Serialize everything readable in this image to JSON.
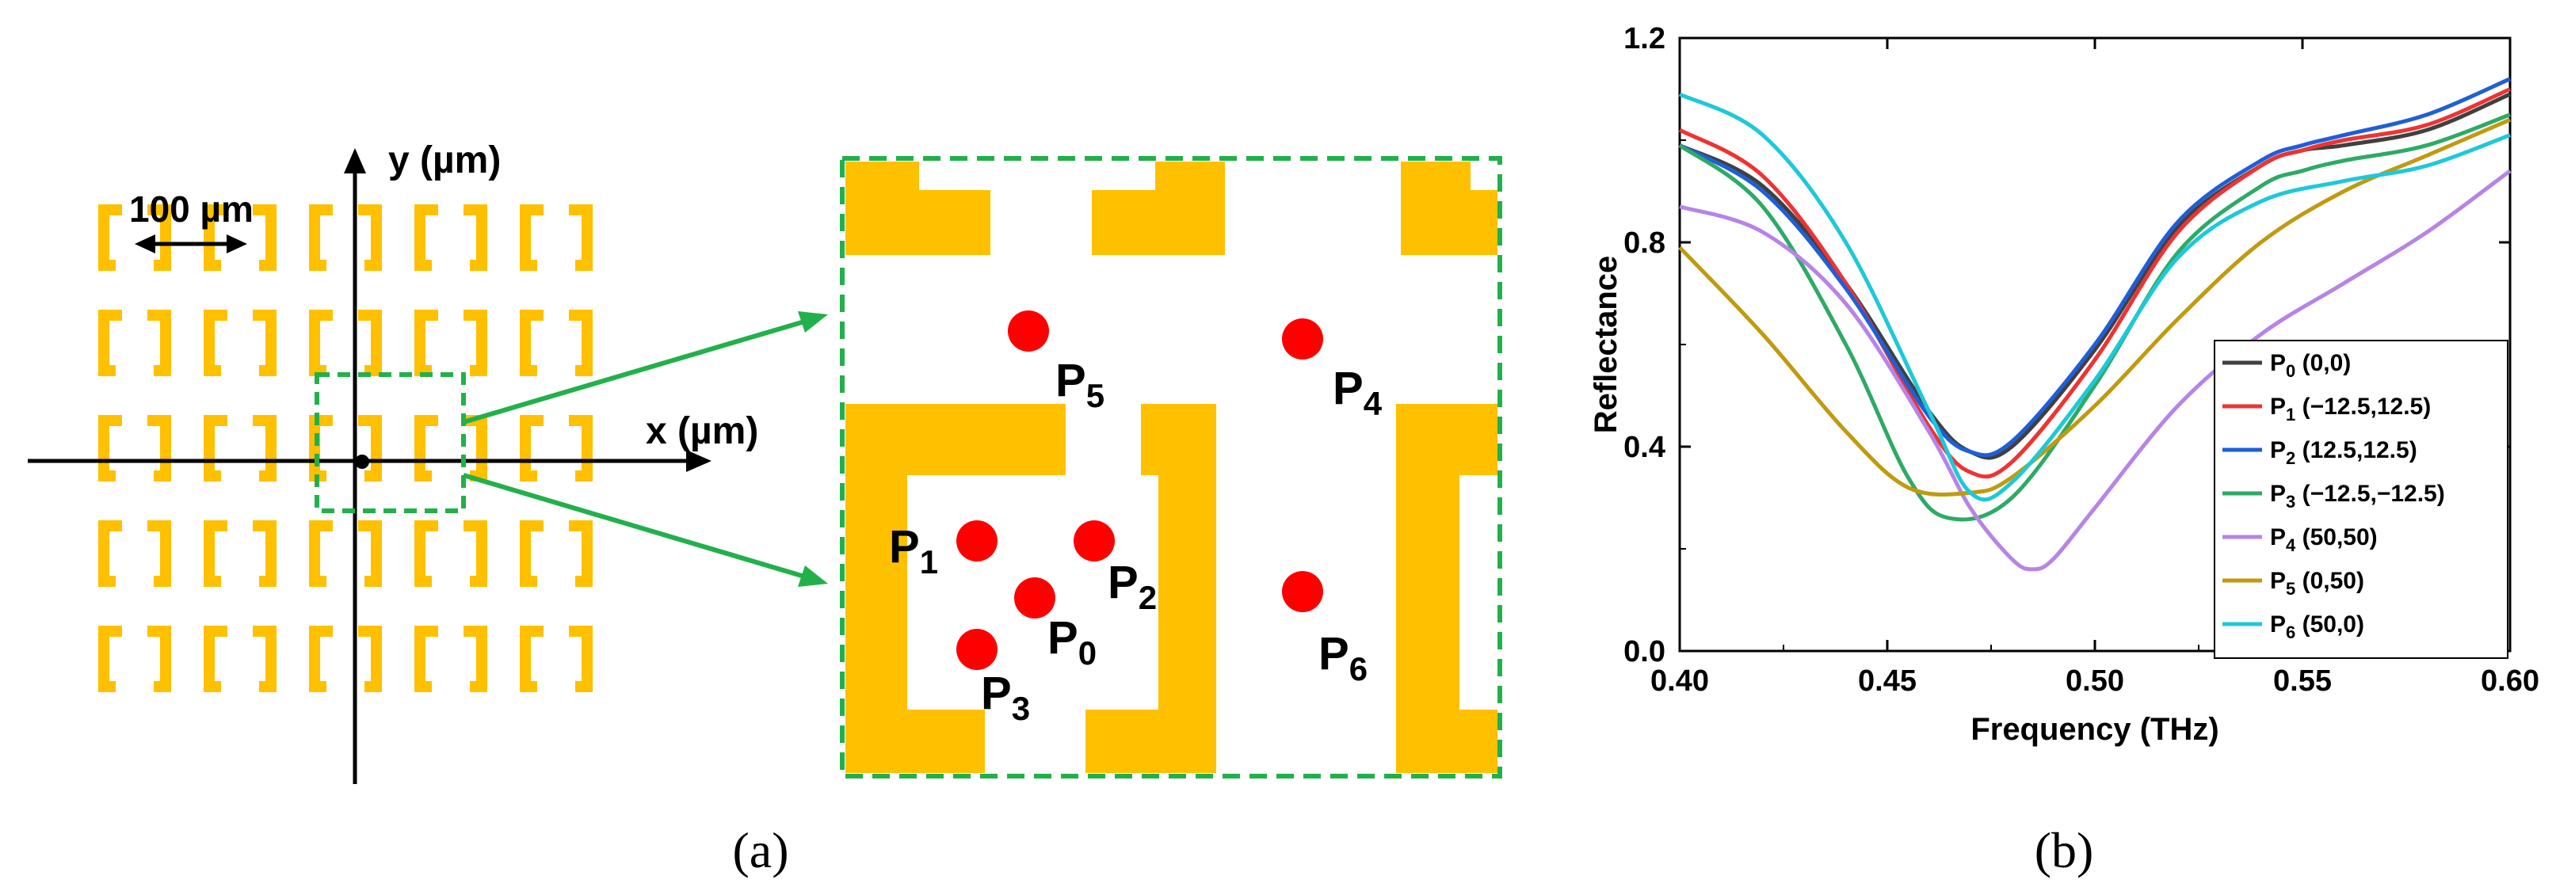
{
  "panel_a": {
    "label": "(a)",
    "scale_bar": "100 µm",
    "x_axis_label": "x (µm)",
    "y_axis_label": "y (µm)",
    "points": [
      {
        "id": "P0",
        "base": "P",
        "sub": "0"
      },
      {
        "id": "P1",
        "base": "P",
        "sub": "1"
      },
      {
        "id": "P2",
        "base": "P",
        "sub": "2"
      },
      {
        "id": "P3",
        "base": "P",
        "sub": "3"
      },
      {
        "id": "P4",
        "base": "P",
        "sub": "4"
      },
      {
        "id": "P5",
        "base": "P",
        "sub": "5"
      },
      {
        "id": "P6",
        "base": "P",
        "sub": "6"
      }
    ],
    "colors": {
      "resonator": "#FFC000",
      "point": "#FF0000",
      "highlight": "#22B04A",
      "axis": "#000000"
    }
  },
  "panel_b": {
    "label": "(b)",
    "chart_data": {
      "type": "line",
      "title": "",
      "xlabel": "Frequency (THz)",
      "ylabel": "Reflectance",
      "xlim": [
        0.4,
        0.6
      ],
      "ylim": [
        0.0,
        1.2
      ],
      "xticks": [
        "0.40",
        "0.45",
        "0.50",
        "0.55",
        "0.60"
      ],
      "yticks": [
        "0.0",
        "0.4",
        "0.8",
        "1.2"
      ],
      "grid": false,
      "legend_position": "lower-right",
      "series": [
        {
          "name_base": "P",
          "name_sub": "0",
          "name_rest": " (0,0)",
          "color": "#404040",
          "x": [
            0.4,
            0.42,
            0.44,
            0.46,
            0.47,
            0.48,
            0.5,
            0.52,
            0.54,
            0.55,
            0.56,
            0.58,
            0.6
          ],
          "y": [
            0.99,
            0.91,
            0.72,
            0.47,
            0.39,
            0.4,
            0.59,
            0.83,
            0.95,
            0.98,
            0.99,
            1.02,
            1.09
          ]
        },
        {
          "name_base": "P",
          "name_sub": "1",
          "name_rest": " (−12.5,12.5)",
          "color": "#EE3333",
          "x": [
            0.4,
            0.42,
            0.44,
            0.46,
            0.47,
            0.48,
            0.5,
            0.52,
            0.54,
            0.55,
            0.56,
            0.58,
            0.6
          ],
          "y": [
            1.02,
            0.93,
            0.72,
            0.44,
            0.35,
            0.37,
            0.57,
            0.82,
            0.95,
            0.98,
            1.0,
            1.03,
            1.1
          ]
        },
        {
          "name_base": "P",
          "name_sub": "2",
          "name_rest": " (12.5,12.5)",
          "color": "#1F5FD6",
          "x": [
            0.4,
            0.42,
            0.44,
            0.46,
            0.47,
            0.48,
            0.5,
            0.52,
            0.54,
            0.55,
            0.56,
            0.58,
            0.6
          ],
          "y": [
            0.99,
            0.9,
            0.71,
            0.46,
            0.39,
            0.41,
            0.6,
            0.84,
            0.96,
            0.99,
            1.01,
            1.05,
            1.12
          ]
        },
        {
          "name_base": "P",
          "name_sub": "3",
          "name_rest": " (−12.5,−12.5)",
          "color": "#2EAA66",
          "x": [
            0.4,
            0.42,
            0.44,
            0.455,
            0.465,
            0.48,
            0.5,
            0.52,
            0.54,
            0.55,
            0.56,
            0.58,
            0.6
          ],
          "y": [
            0.99,
            0.87,
            0.6,
            0.34,
            0.26,
            0.3,
            0.52,
            0.78,
            0.91,
            0.94,
            0.96,
            0.99,
            1.05
          ]
        },
        {
          "name_base": "P",
          "name_sub": "4",
          "name_rest": " (50,50)",
          "color": "#B784E6",
          "x": [
            0.4,
            0.42,
            0.44,
            0.46,
            0.47,
            0.48,
            0.485,
            0.49,
            0.5,
            0.52,
            0.54,
            0.56,
            0.58,
            0.6
          ],
          "y": [
            0.87,
            0.82,
            0.68,
            0.43,
            0.28,
            0.18,
            0.16,
            0.18,
            0.28,
            0.48,
            0.62,
            0.72,
            0.82,
            0.94
          ]
        },
        {
          "name_base": "P",
          "name_sub": "5",
          "name_rest": " (0,50)",
          "color": "#C09A10",
          "x": [
            0.4,
            0.42,
            0.44,
            0.455,
            0.47,
            0.48,
            0.5,
            0.52,
            0.54,
            0.56,
            0.58,
            0.6
          ],
          "y": [
            0.79,
            0.62,
            0.43,
            0.32,
            0.31,
            0.34,
            0.48,
            0.65,
            0.8,
            0.9,
            0.97,
            1.04
          ]
        },
        {
          "name_base": "P",
          "name_sub": "6",
          "name_rest": " (50,0)",
          "color": "#1FC8D8",
          "x": [
            0.4,
            0.42,
            0.44,
            0.46,
            0.47,
            0.48,
            0.5,
            0.52,
            0.54,
            0.56,
            0.58,
            0.6
          ],
          "y": [
            1.09,
            1.01,
            0.8,
            0.47,
            0.31,
            0.33,
            0.53,
            0.77,
            0.88,
            0.92,
            0.95,
            1.01
          ]
        }
      ]
    }
  }
}
